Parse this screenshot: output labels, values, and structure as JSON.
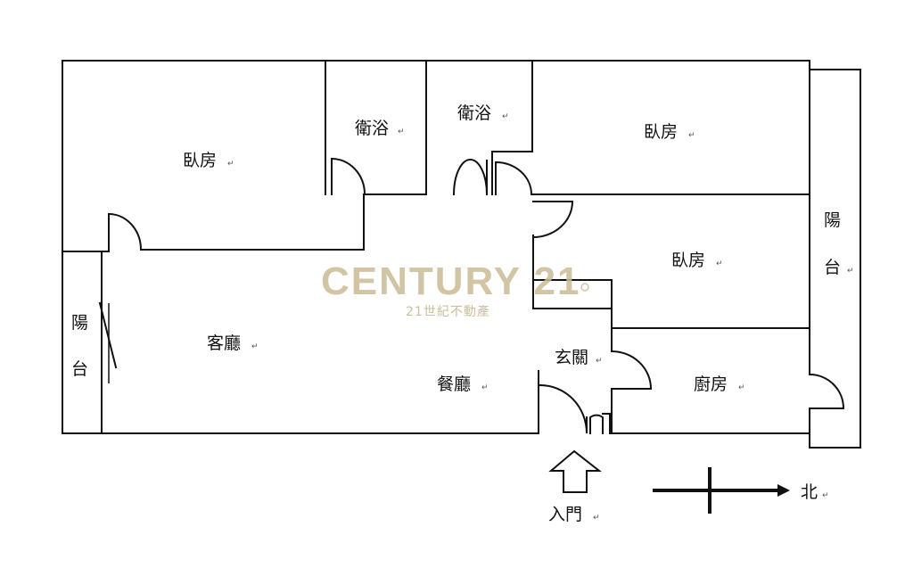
{
  "rooms": {
    "bedroom_1": "臥房",
    "bath_1": "衛浴",
    "bath_2": "衛浴",
    "bedroom_2": "臥房",
    "bedroom_3": "臥房",
    "balcony_east": "陽台",
    "balcony_west": "陽台",
    "living_room": "客廳",
    "dining_room": "餐廳",
    "foyer": "玄關",
    "kitchen": "廚房",
    "entrance": "入門"
  },
  "compass": {
    "north": "北"
  },
  "watermark": {
    "brand": "CENTURY 21",
    "sub": "21世紀不動產",
    "color": "#c9bb96"
  }
}
